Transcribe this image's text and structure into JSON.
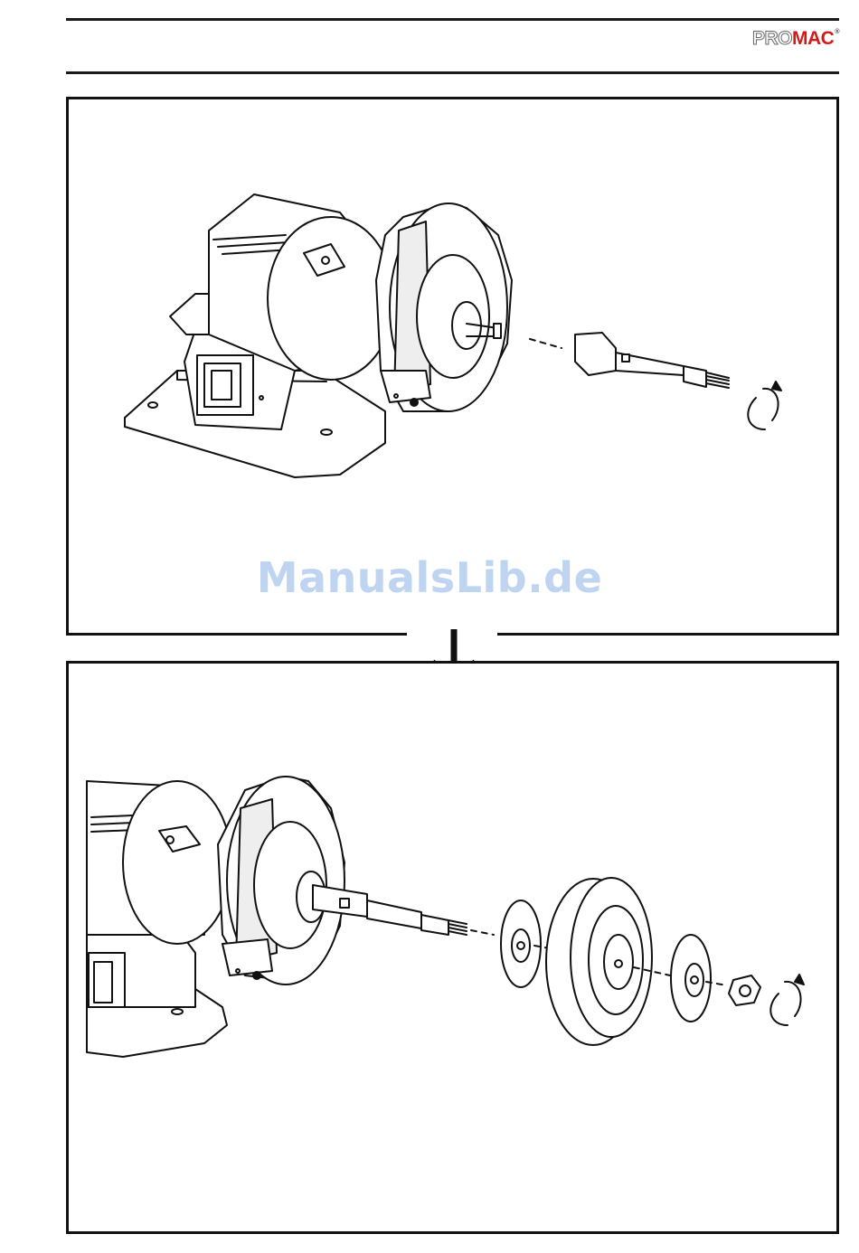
{
  "header": {
    "logo_part1": "PRO",
    "logo_part2": "MAC",
    "logo_reg": "®"
  },
  "watermark": "ManualsLib.de",
  "colors": {
    "line": "#111111",
    "logo_red": "#d11a1a",
    "watermark": "#6ea0e1"
  },
  "figures": [
    {
      "id": "step-1",
      "icon": "bench-grinder-remove-arbor-illustration"
    },
    {
      "id": "step-2",
      "icon": "bench-grinder-mount-buffing-wheel-illustration"
    }
  ],
  "transition_icon": "down-arrow-icon"
}
